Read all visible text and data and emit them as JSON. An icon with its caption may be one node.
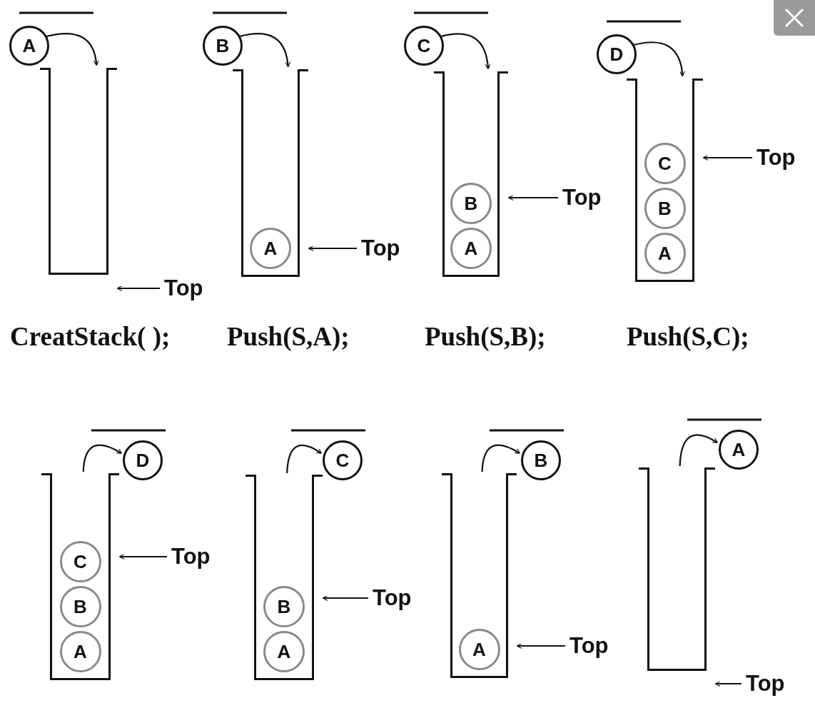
{
  "diagram": {
    "nodes": [
      {
        "text": [
          "A"
        ]
      },
      {
        "text": [],
        "shape": "box"
      },
      {
        "text": [
          "Top"
        ]
      },
      {
        "text": [
          "B"
        ]
      },
      {
        "text": [],
        "shape": "box"
      },
      {
        "text": [
          "A"
        ],
        "in": 4
      },
      {
        "text": [
          "Top"
        ]
      },
      {
        "text": [
          "C"
        ]
      },
      {
        "text": [],
        "shape": "box"
      },
      {
        "text": [
          "B"
        ],
        "in": 8
      },
      {
        "text": [
          "A"
        ],
        "in": 8
      },
      {
        "text": [
          "Top"
        ]
      },
      {
        "text": [
          "D"
        ]
      },
      {
        "text": [],
        "shape": "box"
      },
      {
        "text": [
          "C"
        ],
        "in": 13
      },
      {
        "text": [
          "B"
        ],
        "in": 13
      },
      {
        "text": [
          "A"
        ],
        "in": 13
      },
      {
        "text": [
          "Top"
        ]
      },
      {
        "text": [
          "D"
        ]
      },
      {
        "text": [],
        "shape": "box"
      },
      {
        "text": [
          "C"
        ],
        "in": 19
      },
      {
        "text": [
          "B"
        ],
        "in": 19
      },
      {
        "text": [
          "A"
        ],
        "in": 19
      },
      {
        "text": [
          "Top"
        ]
      },
      {
        "text": [
          "C"
        ]
      },
      {
        "text": [],
        "shape": "box"
      },
      {
        "text": [
          "B"
        ],
        "in": 25
      },
      {
        "text": [
          "A"
        ],
        "in": 25
      },
      {
        "text": [
          "Top"
        ]
      },
      {
        "text": [
          "B"
        ]
      },
      {
        "text": [],
        "shape": "box"
      },
      {
        "text": [
          "A"
        ],
        "in": 30
      },
      {
        "text": [
          "Top"
        ]
      },
      {
        "text": [
          "A"
        ]
      },
      {
        "text": [],
        "shape": "box"
      },
      {
        "text": [
          "Top"
        ]
      }
    ],
    "edges": [
      {
        "from": 0,
        "to": 1,
        "arrow": "to"
      },
      {
        "from": 2,
        "to": 1,
        "arrow": "to"
      },
      {
        "from": 3,
        "to": 4,
        "arrow": "to"
      },
      {
        "from": 6,
        "to": 4,
        "arrow": "to"
      },
      {
        "from": 7,
        "to": 8,
        "arrow": "to"
      },
      {
        "from": 11,
        "to": 8,
        "arrow": "to"
      },
      {
        "from": 12,
        "to": 13,
        "arrow": "to"
      },
      {
        "from": 17,
        "to": 13,
        "arrow": "to"
      },
      {
        "from": 19,
        "to": 18,
        "arrow": "to"
      },
      {
        "from": 23,
        "to": 19,
        "arrow": "to"
      },
      {
        "from": 25,
        "to": 24,
        "arrow": "to"
      },
      {
        "from": 28,
        "to": 25,
        "arrow": "to"
      },
      {
        "from": 30,
        "to": 29,
        "arrow": "to"
      },
      {
        "from": 32,
        "to": 30,
        "arrow": "to"
      },
      {
        "from": 34,
        "to": 33,
        "arrow": "to"
      },
      {
        "from": 35,
        "to": 34,
        "arrow": "to"
      }
    ],
    "labels": [
      "CreatStack( );",
      "Push(S,A);",
      "Push(S,B);",
      "Push(S,C);"
    ]
  }
}
